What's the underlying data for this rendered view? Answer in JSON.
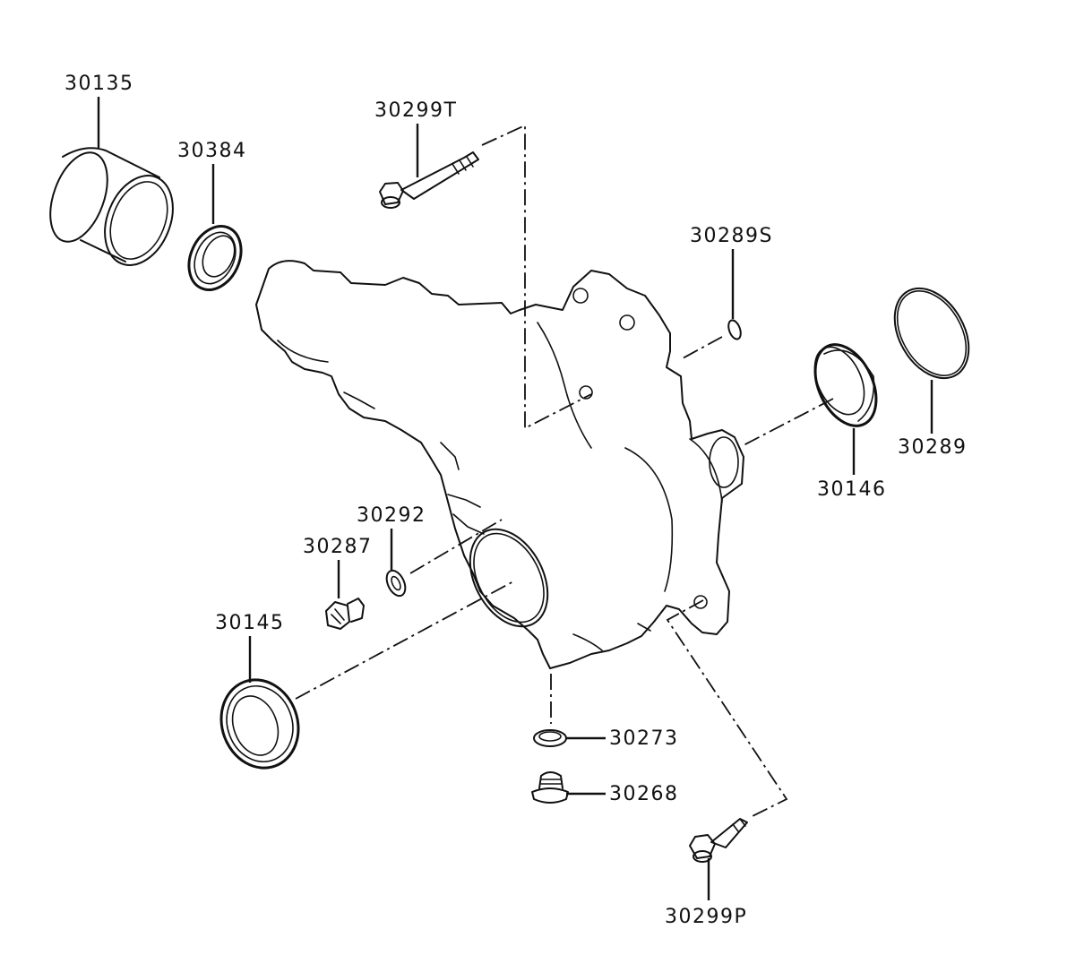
{
  "diagram": {
    "parts": [
      {
        "id": "p30135",
        "number": "30135"
      },
      {
        "id": "p30384",
        "number": "30384"
      },
      {
        "id": "p30299T",
        "number": "30299T"
      },
      {
        "id": "p30289S",
        "number": "30289S"
      },
      {
        "id": "p30146",
        "number": "30146"
      },
      {
        "id": "p30289",
        "number": "30289"
      },
      {
        "id": "p30292",
        "number": "30292"
      },
      {
        "id": "p30287",
        "number": "30287"
      },
      {
        "id": "p30145",
        "number": "30145"
      },
      {
        "id": "p30273",
        "number": "30273"
      },
      {
        "id": "p30268",
        "number": "30268"
      },
      {
        "id": "p30299P",
        "number": "30299P"
      }
    ]
  }
}
